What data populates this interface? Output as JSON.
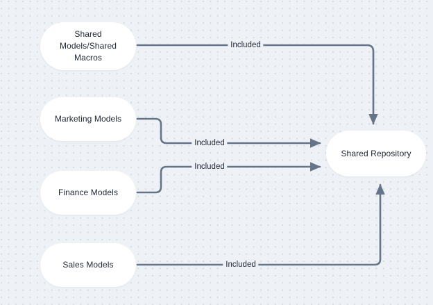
{
  "diagram": {
    "type": "flow-diagram",
    "background_color": "#eef1f5",
    "node_fill": "#ffffff",
    "edge_color": "#66748a",
    "text_color": "#1f2533",
    "nodes": [
      {
        "id": "shared-models",
        "label": "Shared\nModels/Shared\nMacros",
        "line1": "Shared",
        "line2": "Models/Shared",
        "line3": "Macros"
      },
      {
        "id": "marketing-models",
        "label": "Marketing Models"
      },
      {
        "id": "finance-models",
        "label": "Finance Models"
      },
      {
        "id": "sales-models",
        "label": "Sales Models"
      },
      {
        "id": "shared-repository",
        "label": "Shared Repository"
      }
    ],
    "edges": [
      {
        "from": "shared-models",
        "to": "shared-repository",
        "label": "Included"
      },
      {
        "from": "marketing-models",
        "to": "shared-repository",
        "label": "Included"
      },
      {
        "from": "finance-models",
        "to": "shared-repository",
        "label": "Included"
      },
      {
        "from": "sales-models",
        "to": "shared-repository",
        "label": "Included"
      }
    ]
  }
}
